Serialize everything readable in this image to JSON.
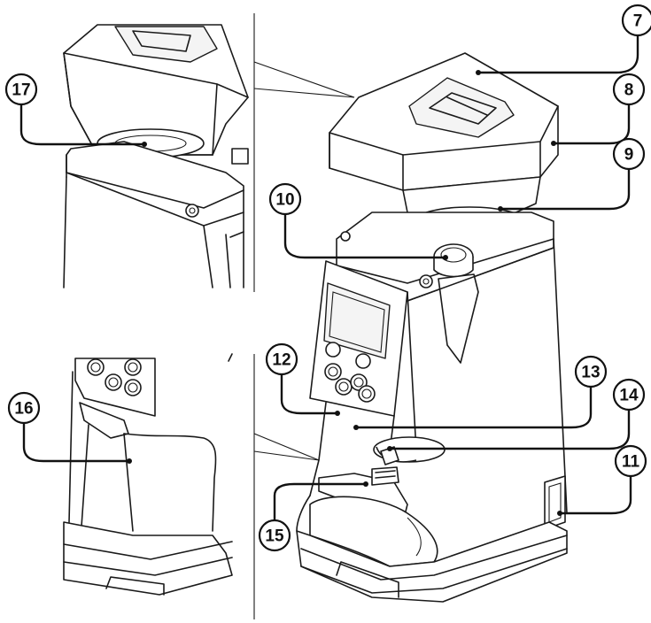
{
  "callouts": {
    "c7": "7",
    "c8": "8",
    "c9": "9",
    "c10": "10",
    "c11": "11",
    "c12": "12",
    "c13": "13",
    "c14": "14",
    "c15": "15",
    "c16": "16",
    "c17": "17"
  },
  "colors": {
    "line": "#1a1a1a",
    "background": "#ffffff"
  }
}
